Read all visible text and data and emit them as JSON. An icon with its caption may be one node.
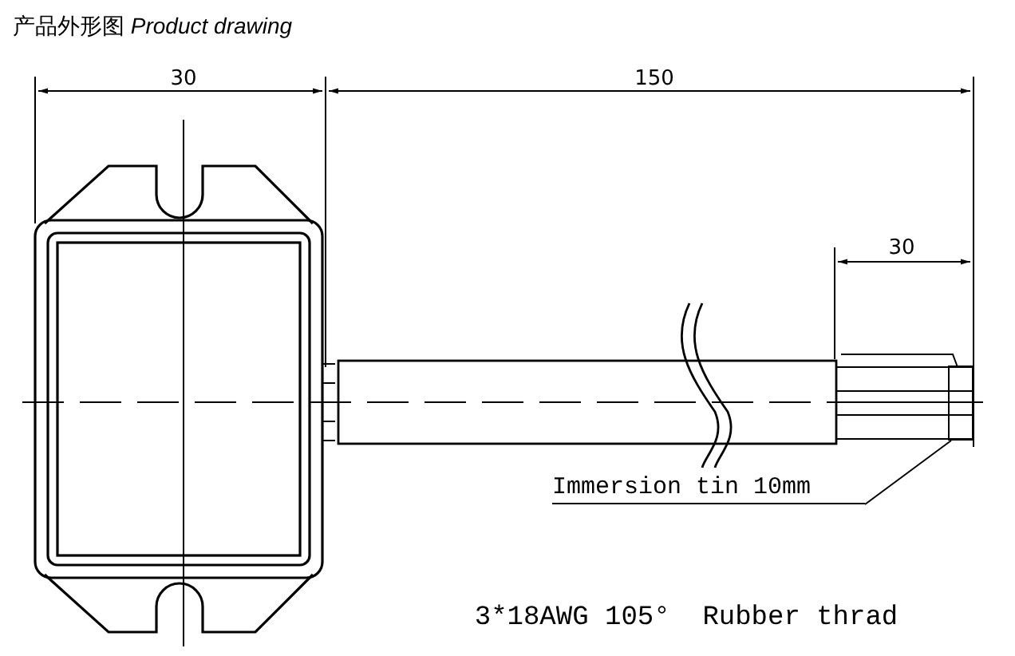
{
  "diagram": {
    "title": "产品外形图 *Product drawing*",
    "nodes": [
      {
        "text": [
          "Immersion tin 10mm"
        ]
      },
      {
        "text": [],
        "shape": "box"
      }
    ],
    "edges": [
      {
        "from": 0,
        "to": 1,
        "arrow": "none"
      }
    ],
    "labels": [
      "30",
      "150",
      "30",
      "3*18AWG 105°  Rubber thrad"
    ]
  }
}
